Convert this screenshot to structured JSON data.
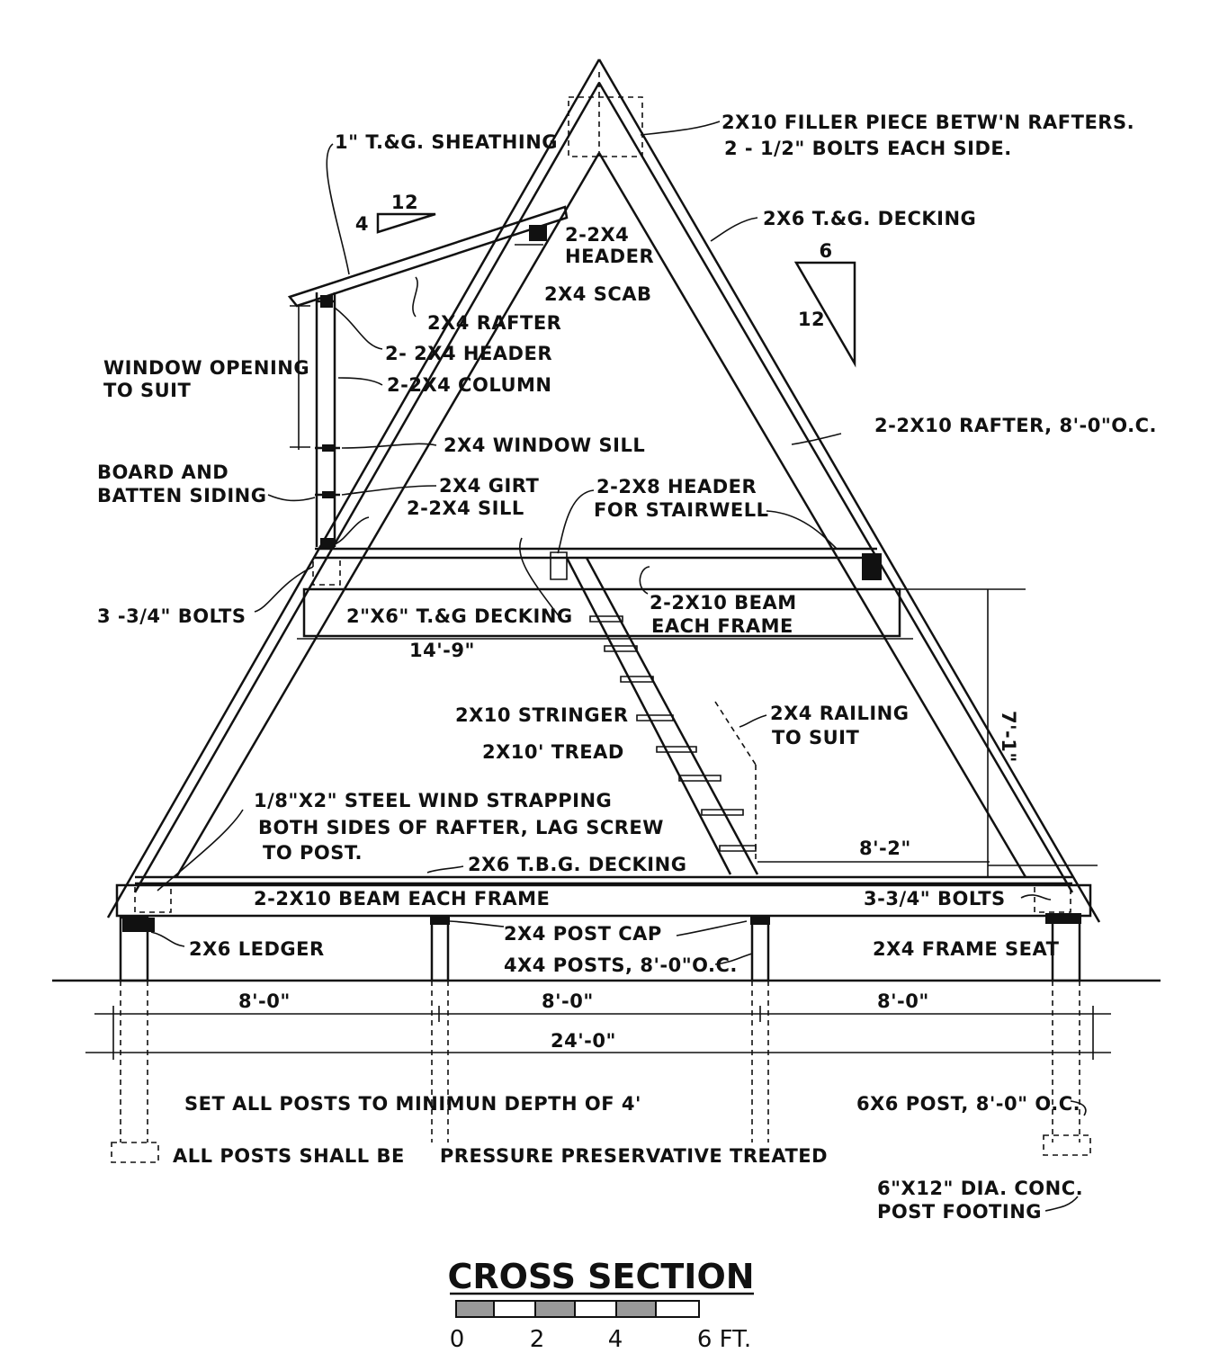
{
  "drawing": {
    "title": "CROSS SECTION",
    "scale_labels": [
      "0",
      "2",
      "4",
      "6 FT."
    ],
    "slopes": {
      "dormer": {
        "rise": "4",
        "run": "12"
      },
      "main": {
        "rise": "12",
        "run": "6"
      }
    },
    "labels": {
      "sheathing": "1\" T.&G. SHEATHING",
      "filler_1": "2X10 FILLER PIECE BETW'N RAFTERS.",
      "filler_2": "2 - 1/2\" BOLTS EACH SIDE.",
      "decking_upper": "2X6 T.&G. DECKING",
      "header_2x4_1": "2-2X4",
      "header_2x4_2": "HEADER",
      "scab": "2X4 SCAB",
      "rafter_2x4": "2X4 RAFTER",
      "header_dormer": "2- 2X4 HEADER",
      "column": "2-2X4 COLUMN",
      "window_opening_1": "WINDOW OPENING",
      "window_opening_2": "TO SUIT",
      "window_sill": "2X4 WINDOW SILL",
      "main_rafter": "2-2X10 RAFTER, 8'-0\"O.C.",
      "board_batten_1": "BOARD AND",
      "board_batten_2": "BATTEN SIDING",
      "girt": "2X4 GIRT",
      "sill": "2-2X4 SILL",
      "stair_header_1": "2-2X8 HEADER",
      "stair_header_2": "FOR STAIRWELL",
      "bolts_left": "3 -3/4\" BOLTS",
      "loft_decking": "2\"X6\" T.&G DECKING",
      "loft_beam_1": "2-2X10 BEAM",
      "loft_beam_2": "EACH FRAME",
      "loft_width": "14'-9\"",
      "loft_height": "7'-1\"",
      "stringer": "2X10 STRINGER",
      "tread": "2X10' TREAD",
      "railing_1": "2X4 RAILING",
      "railing_2": "TO SUIT",
      "strap_1": "1/8\"X2\" STEEL WIND STRAPPING",
      "strap_2": "BOTH SIDES OF RAFTER, LAG SCREW",
      "strap_3": "TO POST.",
      "floor_decking": "2X6 T.B.G. DECKING",
      "landing_width": "8'-2\"",
      "main_beam": "2-2X10 BEAM EACH FRAME",
      "bolts_right": "3-3/4\" BOLTS",
      "ledger": "2X6 LEDGER",
      "post_cap": "2X4 POST CAP",
      "posts": "4X4 POSTS, 8'-0\"O.C.",
      "frame_seat": "2X4 FRAME SEAT",
      "span_1": "8'-0\"",
      "span_2": "8'-0\"",
      "span_3": "8'-0\"",
      "span_total": "24'-0\"",
      "depth_note": "SET ALL POSTS TO MINIMUN DEPTH OF 4'",
      "post_6x6": "6X6 POST, 8'-0\" O.C.",
      "treated_note": "ALL POSTS SHALL BE     PRESSURE PRESERVATIVE TREATED",
      "footing_1": "6\"X12\" DIA. CONC.",
      "footing_2": "POST FOOTING"
    }
  }
}
